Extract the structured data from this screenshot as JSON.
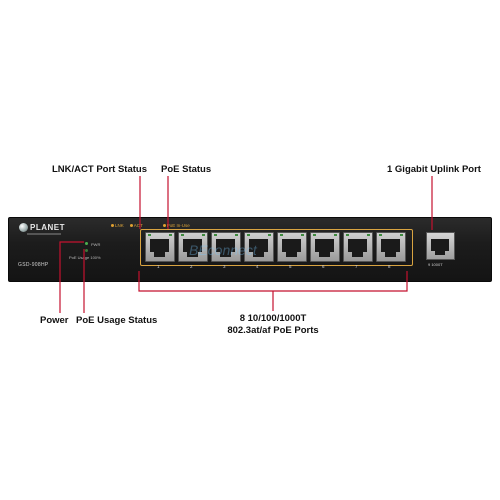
{
  "callouts": {
    "lnk_act": "LNK/ACT Port Status",
    "poe_status": "PoE Status",
    "uplink": "1 Gigabit Uplink Port",
    "power": "Power",
    "poe_usage": "PoE Usage Status",
    "poe_ports_line1": "8 10/100/1000T",
    "poe_ports_line2": "802.3at/af PoE Ports"
  },
  "device": {
    "brand": "PLANET",
    "model": "GSD-908HP",
    "legend_lnk": "LNK",
    "legend_act": "ACT",
    "legend_poe": "PoE In-Use",
    "pwr_label": "PWR",
    "usage_label": "PoE Usage 100%",
    "uplink_label": "9 1000T",
    "port_numbers": [
      "1",
      "2",
      "3",
      "4",
      "5",
      "6",
      "7",
      "8"
    ]
  },
  "watermark": "BEconnect",
  "colors": {
    "leader_line": "#c4122f",
    "port_frame": "#d9a441",
    "chassis": "#1c1c1c"
  }
}
